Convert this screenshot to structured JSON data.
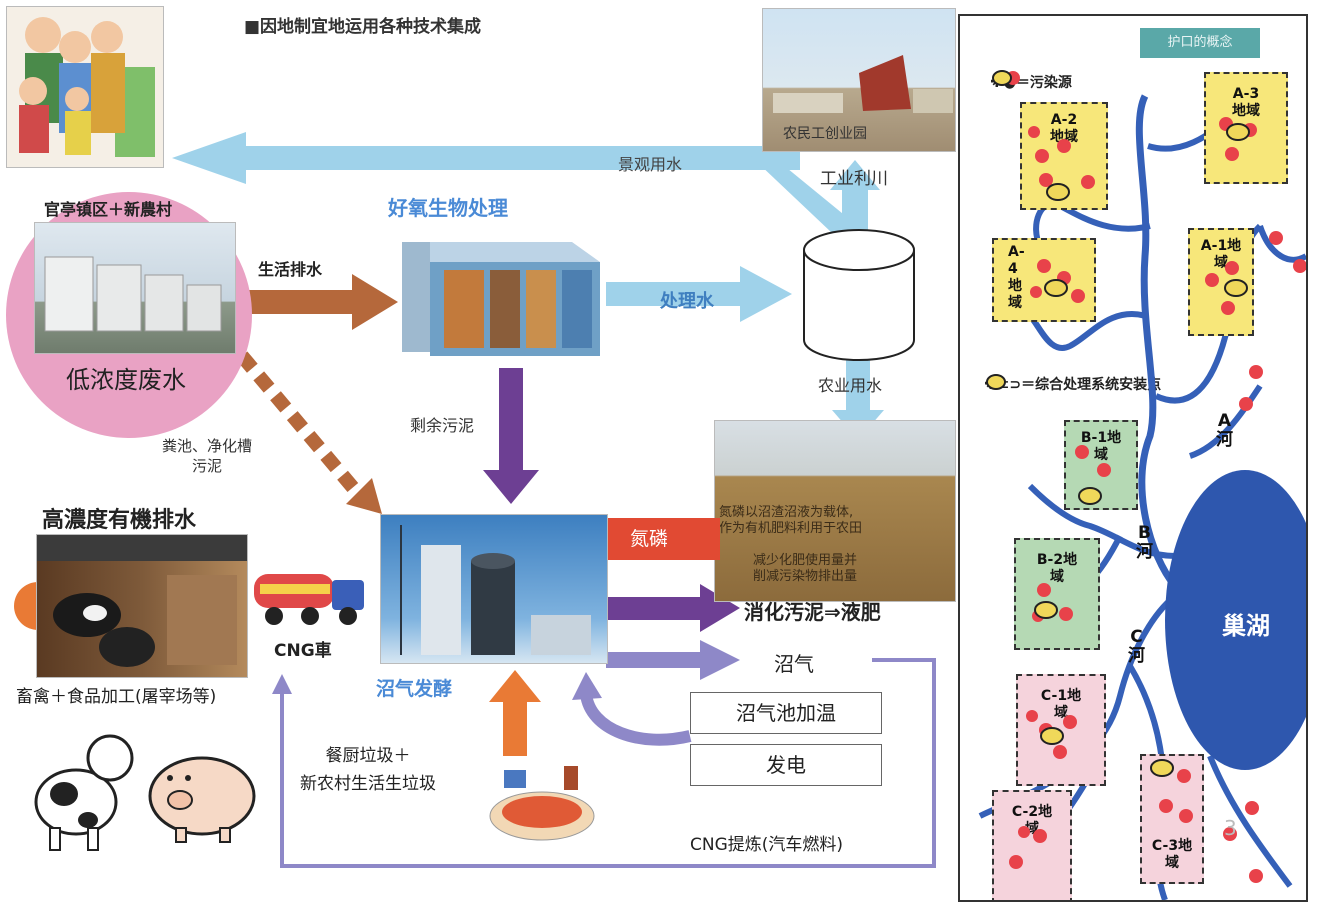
{
  "header": {
    "title": "■因地制宜地运用各种技术集成"
  },
  "photos": {
    "park_caption": "农民工创业园"
  },
  "nodes": {
    "town_title": "官亭镇区＋新農村",
    "low_conc": "低浓度废水",
    "aerobic_title": "好氧生物处理",
    "high_conc_title": "高濃度有機排水",
    "livestock_caption": "畜禽＋食品加工(屠宰场等)",
    "cng_truck": "CNG車",
    "biogas_ferment": "沼气发酵",
    "kitchen_waste": "餐厨垃圾＋\n新农村生活生垃圾",
    "cng_refine": "CNG提炼(汽车燃料)",
    "industry_use": "工业利川",
    "agri_use": "农业用水",
    "nitrogen_phos": "氮磷",
    "field_text_1": "氮磷以沼渣沼液为载体,",
    "field_text_2": "作为有机肥料利用于农田",
    "field_text_3": "减少化肥使用量并",
    "field_text_4": "削减污染物排出量",
    "digested_sludge": "消化汚泥⇒液肥",
    "biogas": "沼气",
    "heating_box": "沼气池加温",
    "power_box": "发电"
  },
  "arrows": {
    "landscape_water": "景观用水",
    "domestic_sewage": "生活排水",
    "treated_water": "处理水",
    "excess_sludge": "剩余污泥",
    "septic_sludge": "粪池、净化槽\n污泥"
  },
  "map": {
    "header": "护口的概念",
    "legend_source": "※●＝污染源",
    "legend_site": "※⊂⊃＝综合处理系统安装点",
    "lake": "巢湖",
    "rivers": [
      "A\n河",
      "B\n河",
      "C\n河"
    ],
    "zones": [
      {
        "id": "a2",
        "label": "A-2\n地域"
      },
      {
        "id": "a3",
        "label": "A-3\n地域"
      },
      {
        "id": "a4",
        "label": "A-\n4\n地\n域"
      },
      {
        "id": "a1",
        "label": "A-1地\n域"
      },
      {
        "id": "b1",
        "label": "B-1地\n域"
      },
      {
        "id": "b2",
        "label": "B-2地\n域"
      },
      {
        "id": "c1",
        "label": "C-1地\n域"
      },
      {
        "id": "c2",
        "label": "C-2地\n域"
      },
      {
        "id": "c3",
        "label": "C-3地\n域"
      }
    ],
    "page_num": "3"
  },
  "colors": {
    "light_blue": "#9fd2ea",
    "brown_arrow": "#b5683b",
    "purple_arrow": "#6d3f93",
    "lavender": "#8e88c8",
    "orange": "#e97a35",
    "pink_circle": "#e9a2c4",
    "red_label": "#e14a33",
    "river_blue": "#3560b8",
    "pollution_red": "#e8424a"
  }
}
